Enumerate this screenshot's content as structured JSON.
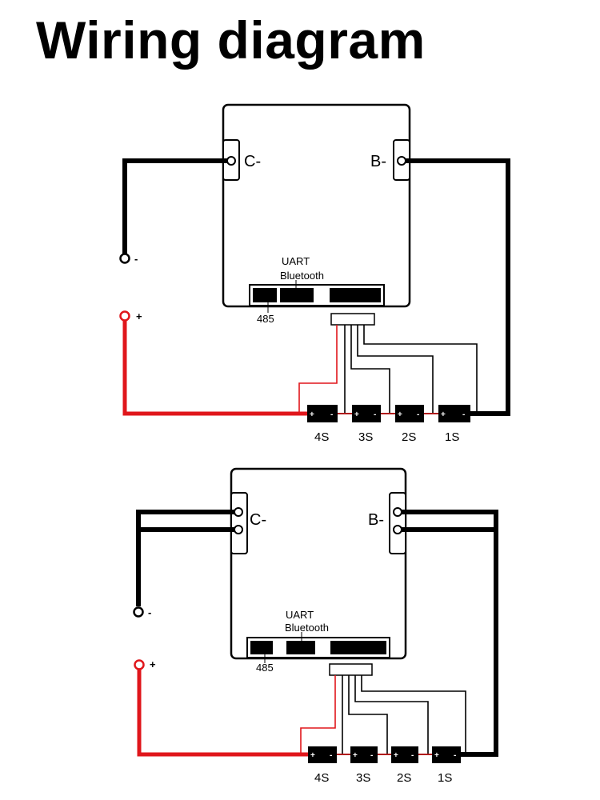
{
  "title": "Wiring diagram",
  "colors": {
    "positive": "#e0161b",
    "wire": "#000000",
    "background": "#ffffff"
  },
  "diagrams": [
    {
      "c_label": "C-",
      "b_label": "B-",
      "uart_label": "UART",
      "bluetooth_label": "Bluetooth",
      "port_label": "485",
      "neg_label": "-",
      "pos_label": "+",
      "cells": [
        "4S",
        "3S",
        "2S",
        "1S"
      ],
      "cell_plus": "+",
      "cell_minus": "-",
      "terminals_per_side": 1
    },
    {
      "c_label": "C-",
      "b_label": "B-",
      "uart_label": "UART",
      "bluetooth_label": "Bluetooth",
      "port_label": "485",
      "neg_label": "-",
      "pos_label": "+",
      "cells": [
        "4S",
        "3S",
        "2S",
        "1S"
      ],
      "cell_plus": "+",
      "cell_minus": "-",
      "terminals_per_side": 2
    }
  ]
}
